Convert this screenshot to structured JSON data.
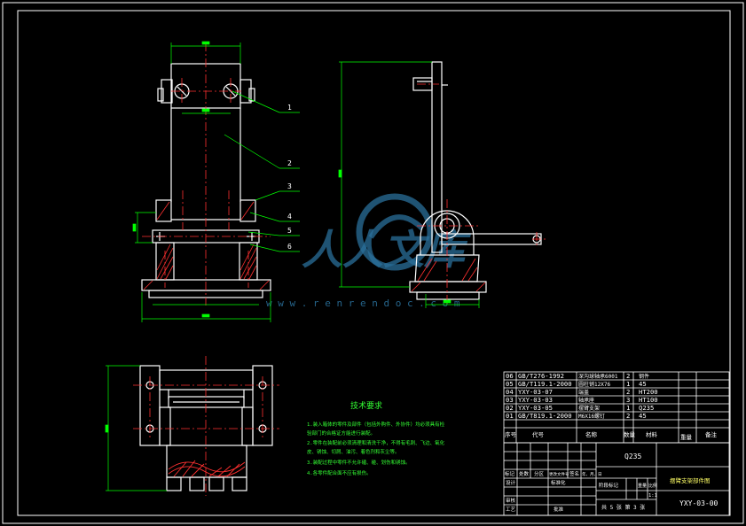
{
  "colors": {
    "background": "#000000",
    "outline": "#ffffff",
    "centerline": "#ff3030",
    "dimension": "#00ff00",
    "leader": "#00ff00",
    "hatch": "#ff3030",
    "green_text": "#33ff33",
    "yellow_text": "#ffff66",
    "watermark": "#2a6f9a"
  },
  "watermark": {
    "text": "人人文库",
    "url": "w w w . r e n r e n d o c . c o m"
  },
  "balloons": [
    "1",
    "2",
    "3",
    "4",
    "5",
    "6"
  ],
  "tech_req": {
    "title": "技术要求",
    "lines": [
      "1.装入箱体的零件及部件（包括外购件、外协件）均必须具有检",
      "  验部门的合格证方能进行装配。",
      "2.零件在装配前必须清理和清洗干净，不得有毛刺、飞边、氧化",
      "  皮、锈蚀、切屑、油污、着色剂和灰尘等。",
      "3.装配过程中零件不允许磕、碰、划伤和锈蚀。",
      "4.各零件配合面不应有损伤。"
    ]
  },
  "parts_list": {
    "rows": [
      {
        "no": "06",
        "code": "GB/T276-1992",
        "name": "深沟球轴承6001",
        "qty": "2",
        "material": "钢件"
      },
      {
        "no": "05",
        "code": "GB/T119.1-2000",
        "name": "圆柱销12X76",
        "qty": "1",
        "material": "45"
      },
      {
        "no": "04",
        "code": "YXY-03-07",
        "name": "端盖",
        "qty": "2",
        "material": "HT200"
      },
      {
        "no": "03",
        "code": "YXY-03-03",
        "name": "轴承座",
        "qty": "3",
        "material": "HT100"
      },
      {
        "no": "02",
        "code": "YXY-03-05",
        "name": "摆臂支架",
        "qty": "1",
        "material": "Q235"
      },
      {
        "no": "01",
        "code": "GB/T819.1-2000",
        "name": "M6X16螺钉",
        "qty": "2",
        "material": "45"
      }
    ],
    "header": {
      "no": "序号",
      "code": "代号",
      "name": "名称",
      "qty": "数量",
      "material": "材料",
      "weight": "重量",
      "remark": "备注"
    }
  },
  "title_block": {
    "material": "Q235",
    "drawing_name": "摆臂支架部件图",
    "drawing_no": "YXY-03-00",
    "scale_label": "比例",
    "scale": "1:1",
    "stage_label": "阶段标记",
    "weight_label": "重量",
    "sheets": "共 5 张  第 3 张",
    "rev_headers": [
      "标记",
      "处数",
      "分区",
      "更改文件号",
      "签名",
      "年、月、日"
    ],
    "roles": [
      "设计",
      "审核",
      "工艺"
    ],
    "std_label": "标准化",
    "approve_label": "批准"
  }
}
